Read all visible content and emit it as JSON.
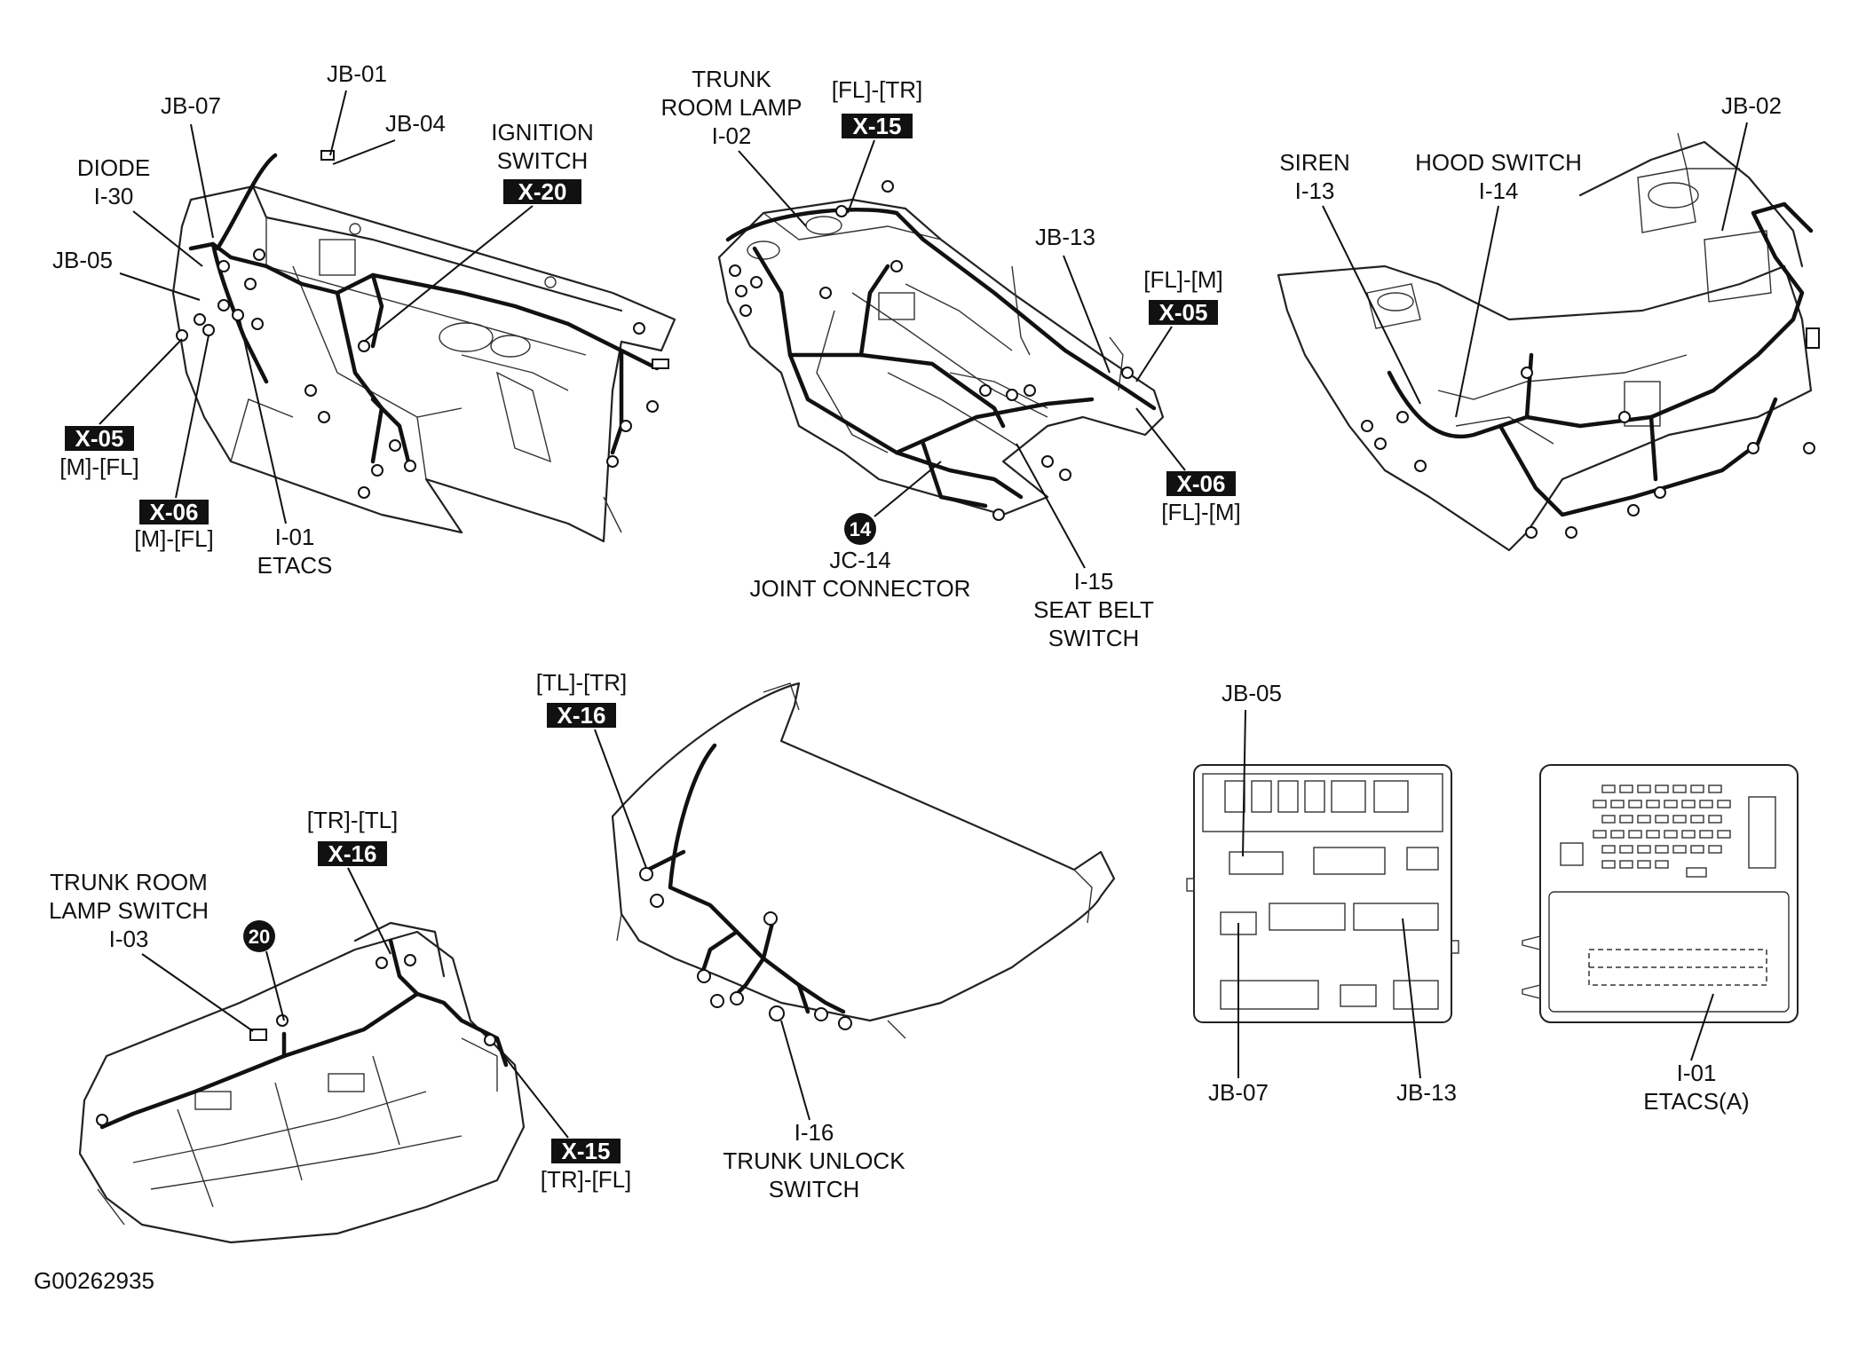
{
  "figure_id": "G00262935",
  "labels": {
    "jb01": "JB-01",
    "jb07_dash": "JB-07",
    "jb04": "JB-04",
    "ignition_1": "IGNITION",
    "ignition_2": "SWITCH",
    "diode_1": "DIODE",
    "diode_2": "I-30",
    "jb05_dash": "JB-05",
    "x05_dash_sub": "[M]-[FL]",
    "x06_dash_sub": "[M]-[FL]",
    "etacs_1": "I-01",
    "etacs_2": "ETACS",
    "trunk_room_lamp_1": "TRUNK",
    "trunk_room_lamp_2": "ROOM LAMP",
    "trunk_room_lamp_3": "I-02",
    "x15_floor_sub": "[FL]-[TR]",
    "jb13_floor": "JB-13",
    "x05_floor_sub": "[FL]-[M]",
    "x06_floor_sub": "[FL]-[M]",
    "jc14_1": "JC-14",
    "jc14_2": "JOINT CONNECTOR",
    "seatbelt_1": "I-15",
    "seatbelt_2": "SEAT BELT",
    "seatbelt_3": "SWITCH",
    "siren_1": "SIREN",
    "siren_2": "I-13",
    "hood_1": "HOOD SWITCH",
    "hood_2": "I-14",
    "jb02": "JB-02",
    "x16_lid_sub": "[TL]-[TR]",
    "x16_trunk_sub": "[TR]-[TL]",
    "trunk_lamp_sw_1": "TRUNK ROOM",
    "trunk_lamp_sw_2": "LAMP SWITCH",
    "trunk_lamp_sw_3": "I-03",
    "x15_trunk_sub": "[TR]-[FL]",
    "unlock_1": "I-16",
    "unlock_2": "TRUNK UNLOCK",
    "unlock_3": "SWITCH",
    "jb05_box": "JB-05",
    "jb07_box": "JB-07",
    "jb13_box": "JB-13",
    "etacs_a_1": "I-01",
    "etacs_a_2": "ETACS(A)"
  },
  "tags": {
    "x20": "X-20",
    "x05_dash": "X-05",
    "x06_dash": "X-06",
    "x15_floor": "X-15",
    "x05_floor": "X-05",
    "x06_floor": "X-06",
    "x16_lid": "X-16",
    "x16_trunk": "X-16",
    "x15_trunk": "X-15"
  },
  "circles": {
    "c14": "14",
    "c20": "20"
  }
}
